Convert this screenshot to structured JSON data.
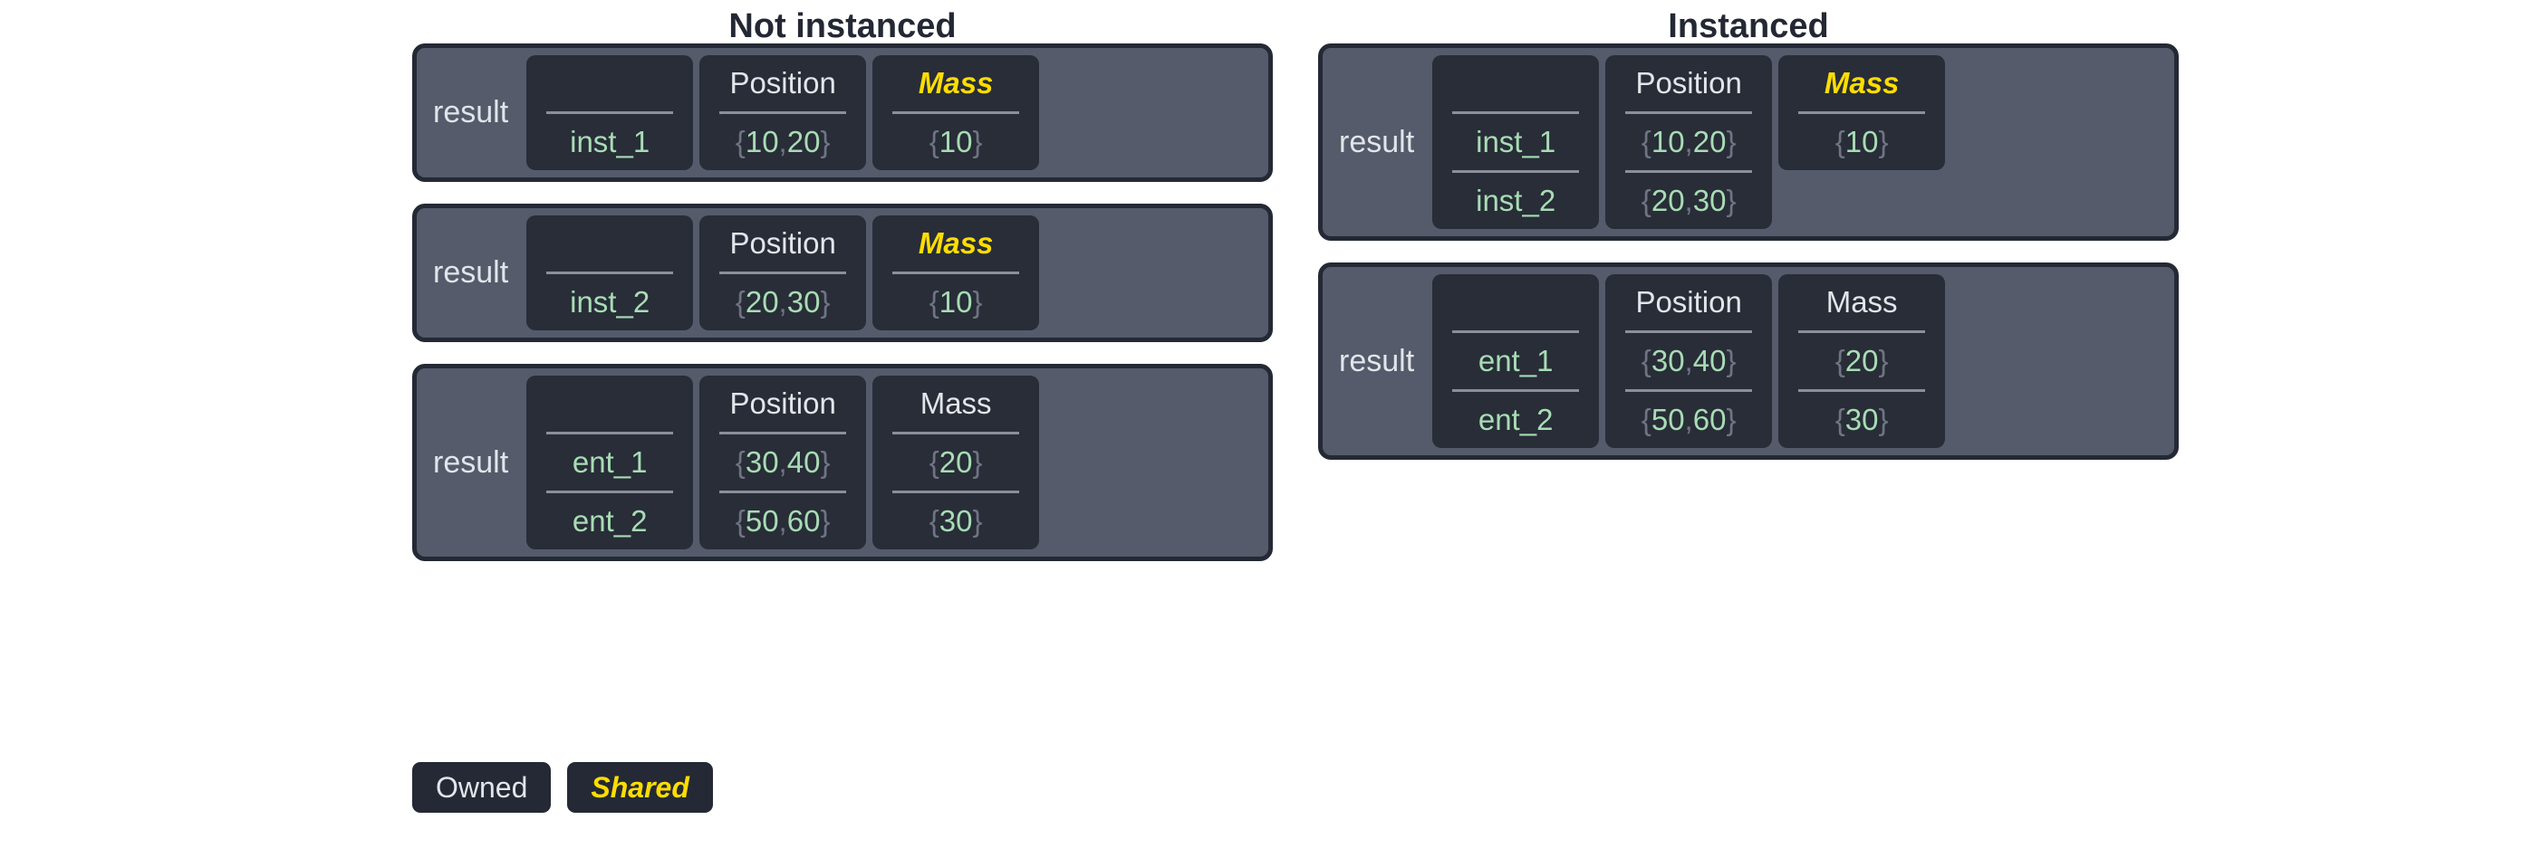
{
  "colors": {
    "page_background": "#ffffff",
    "title_text": "#232834",
    "card_fill": "#555b6b",
    "card_border": "#242935",
    "cell_fill": "#282d38",
    "header_text": "#e2e5ea",
    "value_text": "#a8dcb4",
    "brace_text": "#6f7483",
    "rule": "#8b8f99",
    "shared_accent": "#ffdd00"
  },
  "columns": [
    {
      "id": "not-instanced",
      "title": "Not instanced",
      "cards": [
        {
          "label": "result",
          "components": [
            {
              "header": "",
              "shared": false,
              "values": [
                "inst_1"
              ]
            },
            {
              "header": "Position",
              "shared": false,
              "values": [
                "{10, 20}"
              ]
            },
            {
              "header": "Mass",
              "shared": true,
              "values": [
                "{10}"
              ]
            }
          ]
        },
        {
          "label": "result",
          "components": [
            {
              "header": "",
              "shared": false,
              "values": [
                "inst_2"
              ]
            },
            {
              "header": "Position",
              "shared": false,
              "values": [
                "{20, 30}"
              ]
            },
            {
              "header": "Mass",
              "shared": true,
              "values": [
                "{10}"
              ]
            }
          ]
        },
        {
          "label": "result",
          "components": [
            {
              "header": "",
              "shared": false,
              "values": [
                "ent_1",
                "ent_2"
              ]
            },
            {
              "header": "Position",
              "shared": false,
              "values": [
                "{30, 40}",
                "{50, 60}"
              ]
            },
            {
              "header": "Mass",
              "shared": false,
              "values": [
                "{20}",
                "{30}"
              ]
            }
          ]
        }
      ]
    },
    {
      "id": "instanced",
      "title": "Instanced",
      "cards": [
        {
          "label": "result",
          "components": [
            {
              "header": "",
              "shared": false,
              "values": [
                "inst_1",
                "inst_2"
              ]
            },
            {
              "header": "Position",
              "shared": false,
              "values": [
                "{10, 20}",
                "{20, 30}"
              ]
            },
            {
              "header": "Mass",
              "shared": true,
              "values": [
                "{10}"
              ]
            }
          ]
        },
        {
          "label": "result",
          "components": [
            {
              "header": "",
              "shared": false,
              "values": [
                "ent_1",
                "ent_2"
              ]
            },
            {
              "header": "Position",
              "shared": false,
              "values": [
                "{30, 40}",
                "{50, 60}"
              ]
            },
            {
              "header": "Mass",
              "shared": false,
              "values": [
                "{20}",
                "{30}"
              ]
            }
          ]
        }
      ]
    }
  ],
  "legend": {
    "items": [
      {
        "label": "Owned",
        "shared": false
      },
      {
        "label": "Shared",
        "shared": true
      }
    ]
  }
}
